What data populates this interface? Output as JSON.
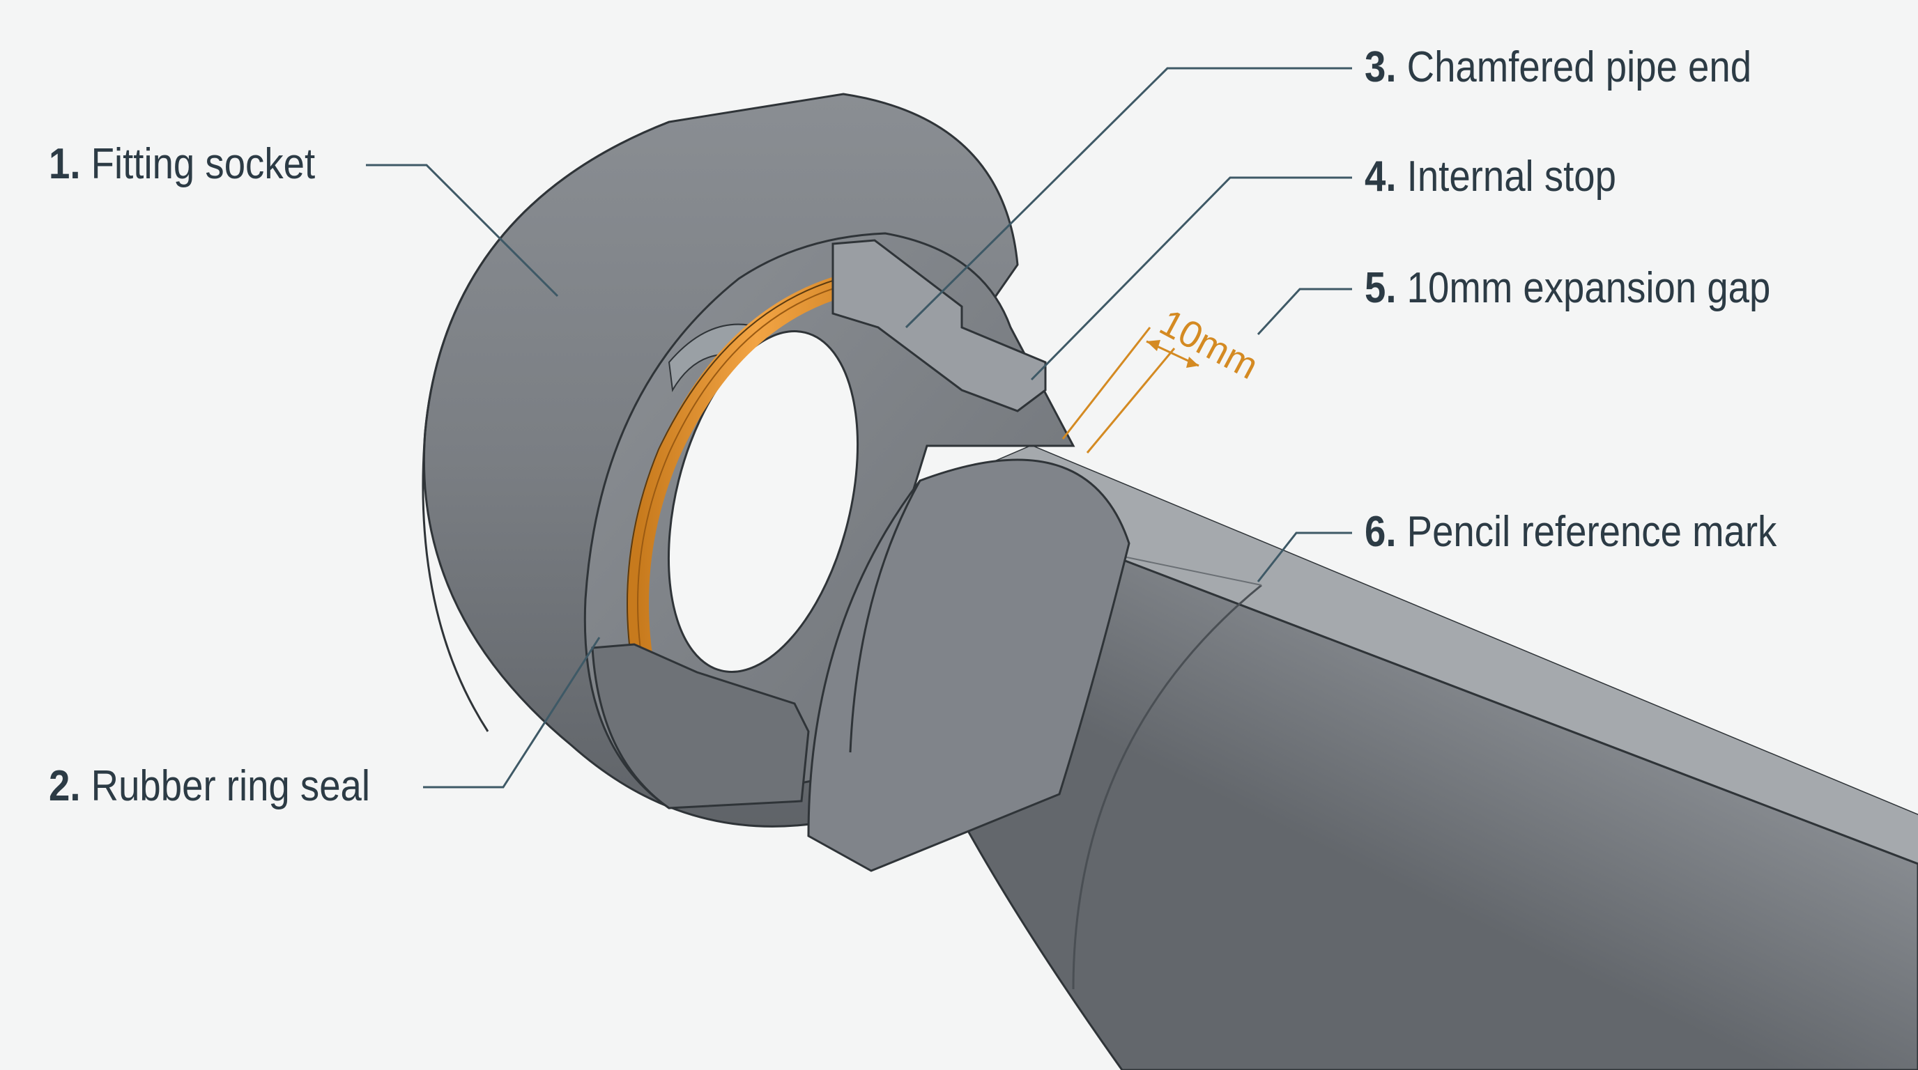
{
  "callouts": [
    {
      "number": "1.",
      "text": "Fitting socket"
    },
    {
      "number": "2.",
      "text": "Rubber ring seal"
    },
    {
      "number": "3.",
      "text": "Chamfered pipe end"
    },
    {
      "number": "4.",
      "text": "Internal stop"
    },
    {
      "number": "5.",
      "text": "10mm expansion gap"
    },
    {
      "number": "6.",
      "text": "Pencil reference mark"
    }
  ],
  "dimension_label": "10mm",
  "colors": {
    "background": "#f4f5f5",
    "pipe": "#7b7f84",
    "pipe_outline": "#2f3438",
    "seal": "#e59630",
    "leader": "#3e5966",
    "dimension": "#d48a22",
    "label_text": "#2c3b45"
  }
}
